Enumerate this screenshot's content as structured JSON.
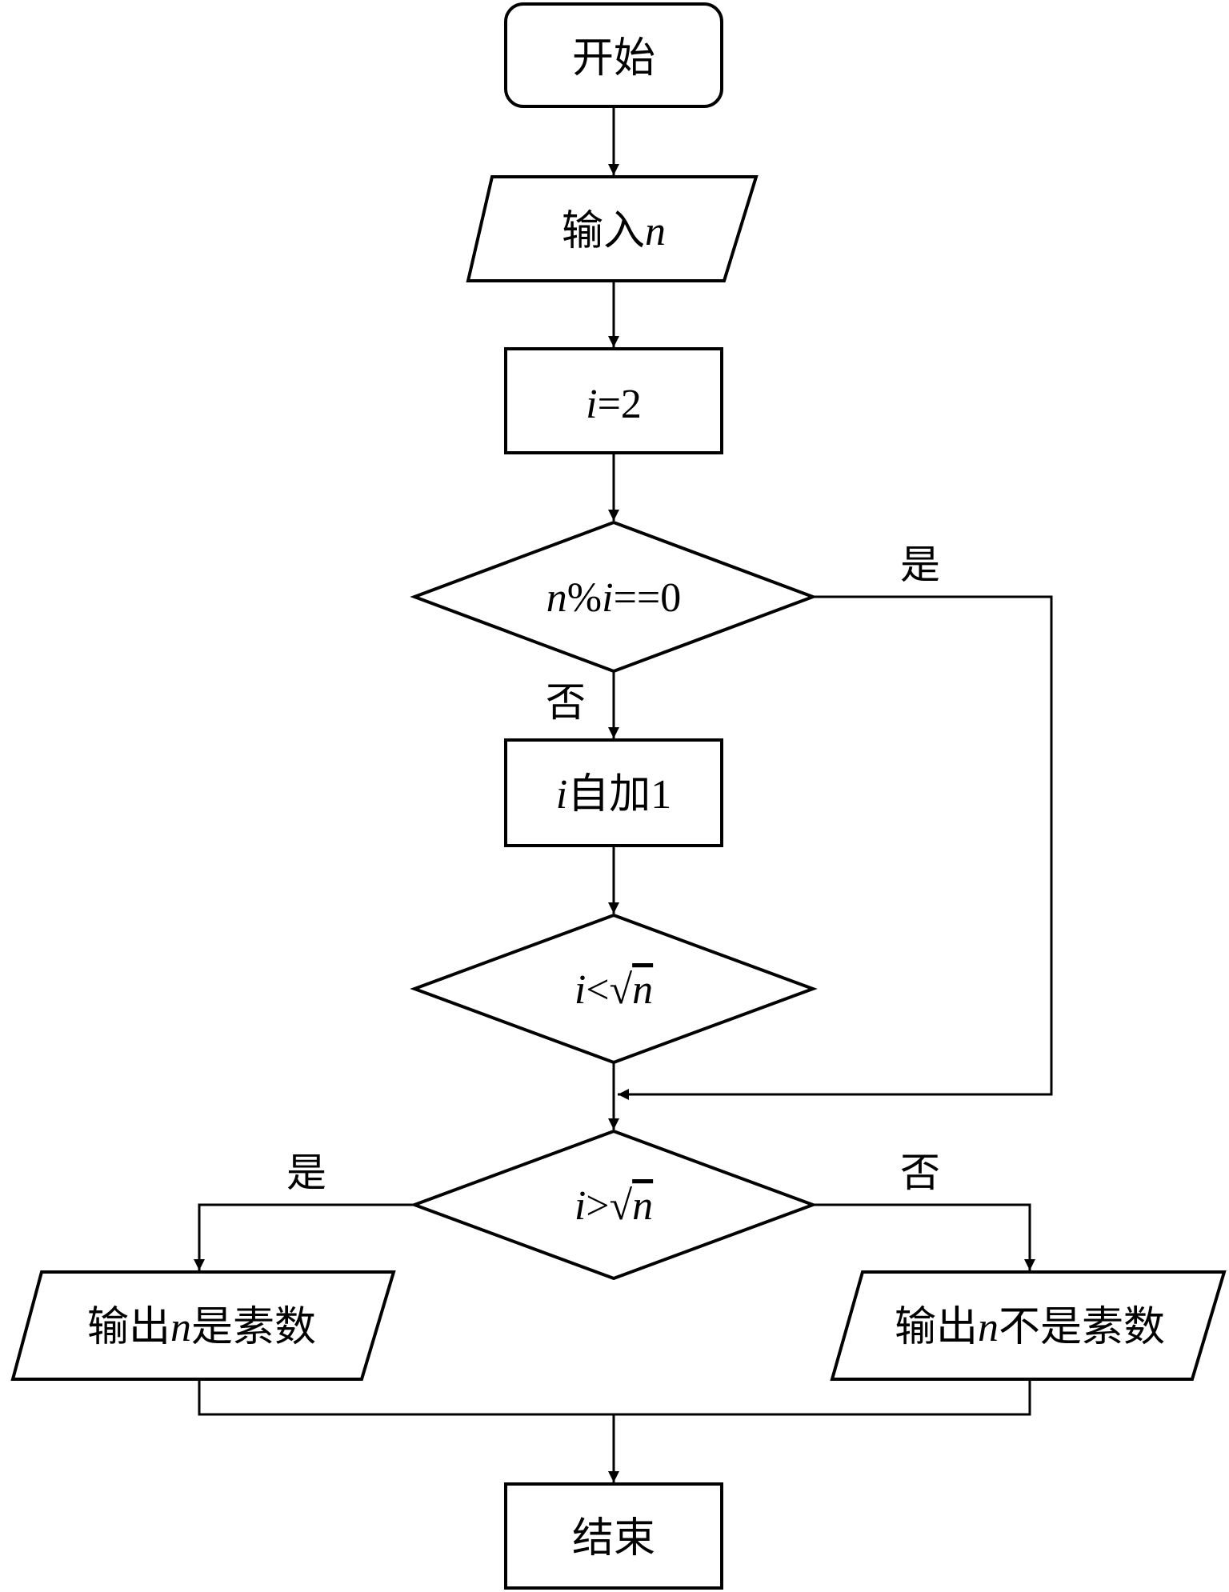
{
  "flowchart": {
    "nodes": {
      "start": {
        "text": "开始"
      },
      "input_n": {
        "prefix": "输入",
        "var": "n"
      },
      "init_i": {
        "var": "i",
        "rest": "=2"
      },
      "mod_check": {
        "n": "n",
        "pct": "%",
        "i": "i",
        "rest": "==0"
      },
      "increment": {
        "var": "i",
        "rest": "自加1"
      },
      "less_check": {
        "var": "i",
        "op": "<",
        "sqrt": "√",
        "n": "n"
      },
      "greater_check": {
        "var": "i",
        "op": ">",
        "sqrt": "√",
        "n": "n"
      },
      "output_prime": {
        "prefix": "输出",
        "var": "n",
        "rest": "是素数"
      },
      "output_not_prime": {
        "prefix": "输出",
        "var": "n",
        "rest": "不是素数"
      },
      "end": {
        "text": "结束"
      }
    },
    "edge_labels": {
      "mod_yes": "是",
      "mod_no": "否",
      "gt_yes": "是",
      "gt_no": "否"
    }
  }
}
